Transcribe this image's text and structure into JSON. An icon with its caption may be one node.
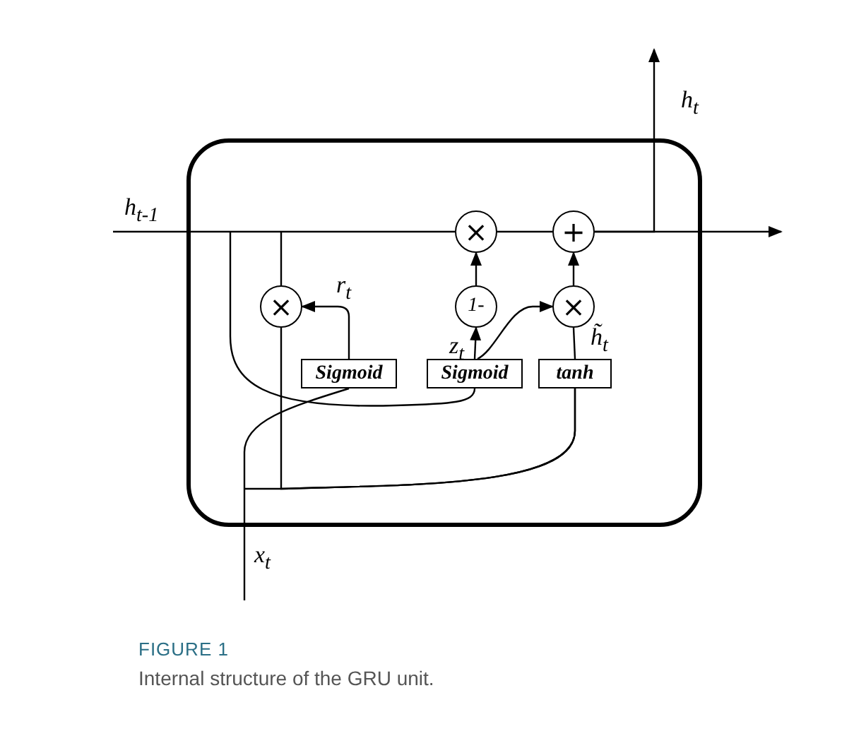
{
  "diagram": {
    "caption": "Internal structure of the GRU unit.",
    "nodes": [
      {
        "text": [],
        "shape": "box"
      },
      {
        "text": [
          "×"
        ],
        "in": 0
      },
      {
        "text": [
          "+"
        ],
        "in": 0
      },
      {
        "text": [
          "×"
        ],
        "in": 0
      },
      {
        "text": [
          "1-"
        ],
        "in": 0
      },
      {
        "text": [
          "×"
        ],
        "in": 0
      },
      {
        "text": [
          "Sigmoid"
        ],
        "in": 0
      },
      {
        "text": [
          "Sigmoid"
        ],
        "in": 0
      },
      {
        "text": [
          "tanh"
        ],
        "in": 0
      }
    ],
    "edges": [
      {
        "from": null,
        "to": 1,
        "arrow": "none",
        "label": "h$_{t-1}$"
      },
      {
        "from": 1,
        "to": 2,
        "arrow": "none"
      },
      {
        "from": 2,
        "to": null,
        "arrow": "to"
      },
      {
        "from": 2,
        "to": null,
        "arrow": "to",
        "label": "h$_{t}$"
      },
      {
        "from": null,
        "to": 3,
        "arrow": "none"
      },
      {
        "from": 6,
        "to": 3,
        "arrow": "to",
        "label": "r$_{t}$"
      },
      {
        "from": 7,
        "to": 4,
        "arrow": "to",
        "label": "z$_{t}$"
      },
      {
        "from": 7,
        "to": 5,
        "arrow": "to"
      },
      {
        "from": 4,
        "to": 1,
        "arrow": "to"
      },
      {
        "from": 5,
        "to": 2,
        "arrow": "to"
      },
      {
        "from": 8,
        "to": 5,
        "arrow": "none",
        "label": "h̃$_{t}$"
      },
      {
        "from": null,
        "to": 6,
        "arrow": "none",
        "label": "x$_{t}$"
      },
      {
        "from": null,
        "to": 7,
        "arrow": "none"
      },
      {
        "from": null,
        "to": 8,
        "arrow": "none"
      },
      {
        "from": 3,
        "to": 8,
        "arrow": "none"
      }
    ],
    "labels": [
      "FIGURE 1"
    ]
  }
}
